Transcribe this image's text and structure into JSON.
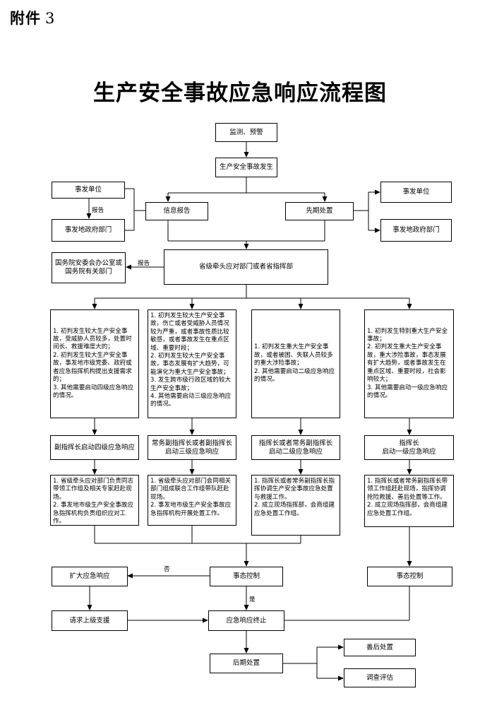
{
  "header": {
    "attachment_label": "附件",
    "attachment_number": "3",
    "title": "生产安全事故应急响应流程图"
  },
  "nodes": {
    "monitor": "监测、预警",
    "occur": "生产安全事故发生",
    "info_report": "信息报告",
    "early_disposal": "先期处置",
    "left_unit": "事发单位",
    "left_gov": "事发地政府部门",
    "right_unit": "事发单位",
    "right_gov": "事发地政府部门",
    "state_council": "国务院安委会办公室或\n国务院有关部门",
    "provincial": "省级牵头应对部门或者省指挥部",
    "cond_4": "1. 初判发生较大生产安全事故，受威胁人员较多，处置时间长、救援难度大的；\n2. 初判发生较大生产安全事故，事发地市级党委、政府或者应急指挥机构提出支援需求的；\n3. 其他需要启动四级应急响应的情况。",
    "cond_3": "1. 初判发生较大生产安全事故，伤亡或者受威胁人员情况较为严重，或者事故性质比较敏感，或者事故发生在重点区域、重要时段；\n2. 初判发生较大生产安全事故，事态发展有扩大趋势，可能演化为重大生产安全事故；\n3. 发生跨市级行政区域的较大生产安全事故；\n4. 其他需要启动三级应急响应的情况。",
    "cond_2": "1. 初判发生重大生产安全事故，或者被困、失联人员较多的重大涉险事故；\n2. 其他需要启动二级应急响应的情况。",
    "cond_1": "1. 初判发生特别重大生产安全事故；\n2. 初判发生重大生产安全事故，重大涉险事故，事态发展有扩大趋势，或者事故发生在重点区域、重要时段，社会影响较大；\n3. 其他需要启动一级应急响应的情况。",
    "resp_4": "副指挥长启动四级应急响应",
    "resp_3": "常务副指挥长或者副指挥长\n启动三级应急响应",
    "resp_2": "指挥长或者常务副指挥长\n启动二级应急响应",
    "resp_1": "指挥长\n启动一级应急响应",
    "act_4": "1. 省级牵头应对部门负责同志带领工作组及相关专家赶赴现场。\n2. 事发地市级生产安全事故应急指挥机构负责组织应对工作。",
    "act_3": "1. 省级牵头应对部门会同相关部门组成联合工作组带队赶赴现场。\n2. 事发地市级生产安全事故应急指挥机构开展处置工作。",
    "act_2": "1. 指挥长或者常务副指挥长指挥协调生产安全事故应急处置与救援工作。\n2. 成立现场指挥部，会商组建应急处置工作组。",
    "act_1": "1. 指挥长或者常务副指挥长带领工作组赶赴现场，指挥协调抢险救援、善后处置等工作。\n2. 成立现场指挥部，会商组建应急处置工作组。",
    "expand": "扩大应急响应",
    "control_mid": "事态控制",
    "control_right": "事态控制",
    "request": "请求上级支援",
    "terminate": "应急响应终止",
    "post": "后期处置",
    "aftermath": "善后处置",
    "evaluation": "调查评估"
  },
  "edge_labels": {
    "report_left": "报告",
    "report_council": "报告",
    "no": "否",
    "yes": "是"
  }
}
